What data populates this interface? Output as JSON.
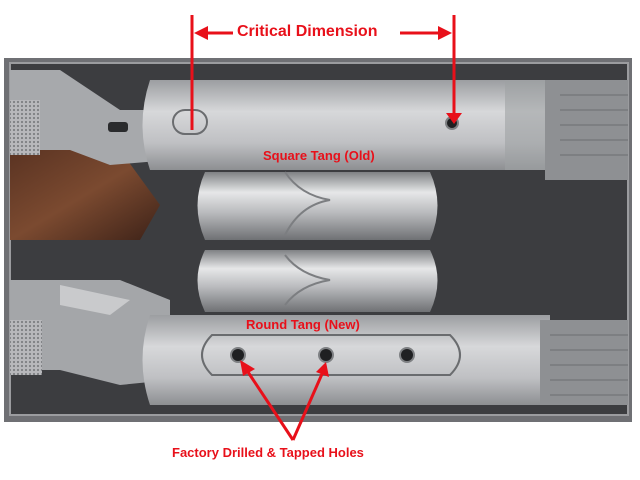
{
  "annotations": {
    "critical_dimension": "Critical Dimension",
    "square_tang": "Square Tang (Old)",
    "round_tang": "Round Tang (New)",
    "holes": "Factory Drilled & Tapped Holes"
  },
  "colors": {
    "annotation": "#e8101a",
    "frame": "#6f7074",
    "steel": "#c4c5c7",
    "background": "#ffffff"
  }
}
